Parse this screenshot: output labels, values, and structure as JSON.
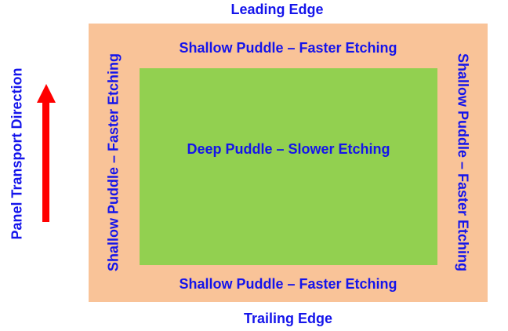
{
  "colors": {
    "background": "#ffffff",
    "panel_fill": "#f9c398",
    "puddle_fill": "#92d050",
    "label_text": "#1414eb",
    "arrow": "#ff0000"
  },
  "labels": {
    "leading_edge": "Leading Edge",
    "trailing_edge": "Trailing Edge",
    "transport_direction": "Panel Transport Direction",
    "shallow_top": "Shallow Puddle – Faster Etching",
    "shallow_bottom": "Shallow Puddle – Faster Etching",
    "shallow_left": "Shallow Puddle – Faster Etching",
    "shallow_right": "Shallow Puddle – Faster Etching",
    "deep_center": "Deep Puddle – Slower Etching"
  },
  "icons": {
    "transport_arrow": "up-arrow-icon"
  }
}
